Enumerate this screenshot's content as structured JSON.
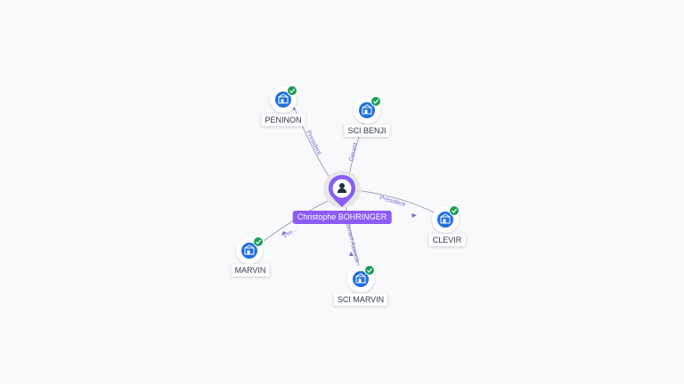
{
  "colors": {
    "accent": "#8b5cf6",
    "company": "#1d6fe0",
    "verified": "#1a9e55",
    "edge": "#8a93a6",
    "edge_label": "#7c6fd6"
  },
  "center": {
    "name": "Christophe BOHRINGER",
    "icon": "person-icon"
  },
  "companies": [
    {
      "id": "peninon",
      "name": "PENINON",
      "icon": "building-icon",
      "verified": true,
      "relation": "President"
    },
    {
      "id": "sci-benji",
      "name": "SCI BENJI",
      "icon": "building-icon",
      "verified": true,
      "relation": "Gerant"
    },
    {
      "id": "clevir",
      "name": "CLEVIR",
      "icon": "building-icon",
      "verified": true,
      "relation": "President"
    },
    {
      "id": "sci-marvin",
      "name": "SCI MARVIN",
      "icon": "building-icon",
      "verified": true,
      "relation": "Gerant Associe"
    },
    {
      "id": "marvin",
      "name": "MARVIN",
      "icon": "building-icon",
      "verified": true,
      "relation": "Pre..."
    }
  ]
}
